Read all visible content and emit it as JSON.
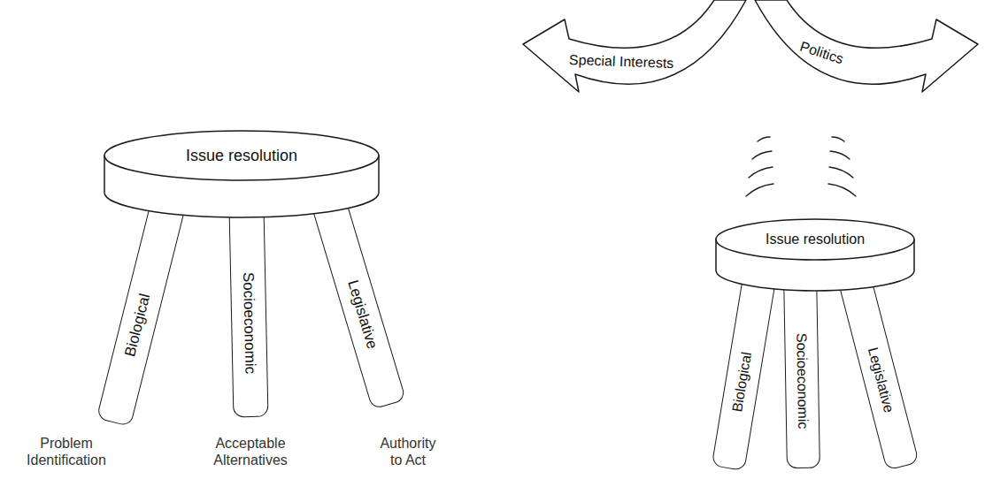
{
  "diagram": {
    "nodes": [
      {
        "text": [
          "Issue resolution"
        ]
      },
      {
        "text": [
          "Biological"
        ]
      },
      {
        "text": [
          "Socioeconomic"
        ]
      },
      {
        "text": [
          "Legislative"
        ]
      },
      {
        "text": [
          "Special Interests"
        ]
      },
      {
        "text": [
          "Politics"
        ]
      },
      {
        "text": [
          "Issue resolution"
        ]
      },
      {
        "text": [
          "Biological"
        ]
      },
      {
        "text": [
          "Socioeconomic"
        ]
      },
      {
        "text": [
          "Legislative"
        ]
      }
    ],
    "labels": [
      "Problem Identification",
      "Acceptable Alternatives",
      "Authority to Act"
    ]
  }
}
